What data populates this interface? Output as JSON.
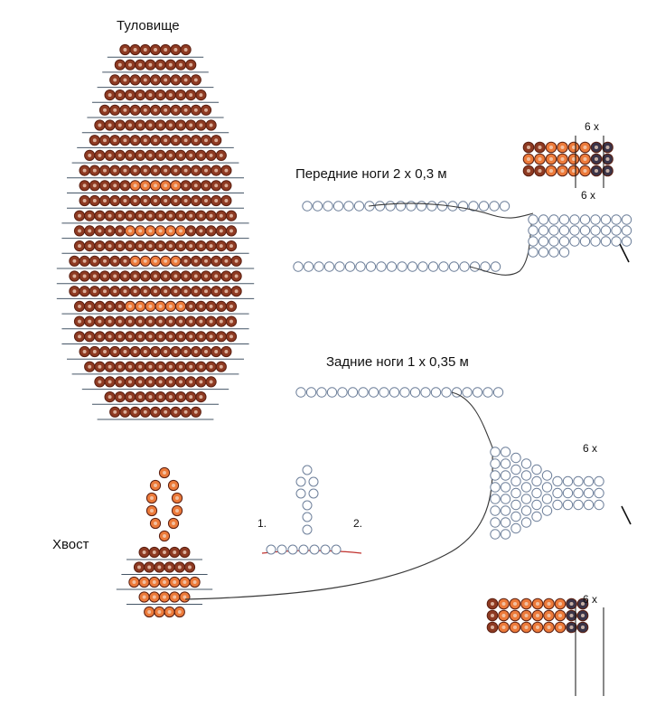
{
  "labels": {
    "body": "Туловище",
    "front_legs": "Передние ноги 2 x 0,3 м",
    "hind_legs": "Задние ноги 1 x 0,35 м",
    "tail": "Хвост",
    "step_1": "1.",
    "step_2": "2.",
    "repeat_top": "6 x",
    "repeat_front": "6 x",
    "repeat_hind": "6 x",
    "repeat_bottom": "6 x"
  },
  "colors": {
    "bead_brown": "#8e3a22",
    "bead_orange": "#ec7a3a",
    "bead_dark": "#3b3448",
    "bead_outline": "#6d7f9a",
    "wire": "#3a3a3a",
    "divider": "#445566"
  },
  "body_rows": [
    {
      "beads": 7,
      "pattern": "brown"
    },
    {
      "beads": 8,
      "pattern": "brown"
    },
    {
      "beads": 9,
      "pattern": "brown"
    },
    {
      "beads": 10,
      "pattern": "brown"
    },
    {
      "beads": 11,
      "pattern": "brown"
    },
    {
      "beads": 12,
      "pattern": "brown"
    },
    {
      "beads": 13,
      "pattern": "brown"
    },
    {
      "beads": 14,
      "pattern": "brown"
    },
    {
      "beads": 15,
      "pattern": "brown"
    },
    {
      "beads": 15,
      "pattern": "center-orange"
    },
    {
      "beads": 15,
      "pattern": "brown"
    },
    {
      "beads": 16,
      "pattern": "brown"
    },
    {
      "beads": 16,
      "pattern": "center-orange"
    },
    {
      "beads": 16,
      "pattern": "brown"
    },
    {
      "beads": 17,
      "pattern": "center-orange"
    },
    {
      "beads": 17,
      "pattern": "brown"
    },
    {
      "beads": 17,
      "pattern": "brown"
    },
    {
      "beads": 16,
      "pattern": "center-orange"
    },
    {
      "beads": 16,
      "pattern": "brown"
    },
    {
      "beads": 16,
      "pattern": "brown"
    },
    {
      "beads": 15,
      "pattern": "brown"
    },
    {
      "beads": 14,
      "pattern": "brown"
    },
    {
      "beads": 12,
      "pattern": "brown"
    },
    {
      "beads": 10,
      "pattern": "brown"
    },
    {
      "beads": 9,
      "pattern": "brown"
    }
  ],
  "tail_rows": [
    {
      "beads": 1,
      "pattern": "orange"
    },
    {
      "beads": 2,
      "pattern": "orange"
    },
    {
      "beads": 2,
      "pattern": "orange"
    },
    {
      "beads": 2,
      "pattern": "orange"
    },
    {
      "beads": 2,
      "pattern": "orange"
    },
    {
      "beads": 1,
      "pattern": "orange"
    },
    {
      "beads": 5,
      "pattern": "brown"
    },
    {
      "beads": 6,
      "pattern": "brown"
    },
    {
      "beads": 7,
      "pattern": "orange"
    },
    {
      "beads": 5,
      "pattern": "orange"
    },
    {
      "beads": 4,
      "pattern": "orange"
    }
  ],
  "leg_strings": {
    "front_1_beads": 20,
    "front_2_beads": 20,
    "hind_beads": 20
  },
  "leg_legends": {
    "top": {
      "rows": [
        "brown brown orange orange orange orange dark dark",
        "orange orange orange orange orange orange dark dark",
        "brown brown orange orange orange orange dark dark"
      ]
    },
    "bottom": {
      "rows": [
        "brown orange orange orange orange orange orange dark dark",
        "brown orange orange orange orange orange orange dark dark",
        "brown orange orange orange orange orange orange dark dark"
      ]
    }
  }
}
